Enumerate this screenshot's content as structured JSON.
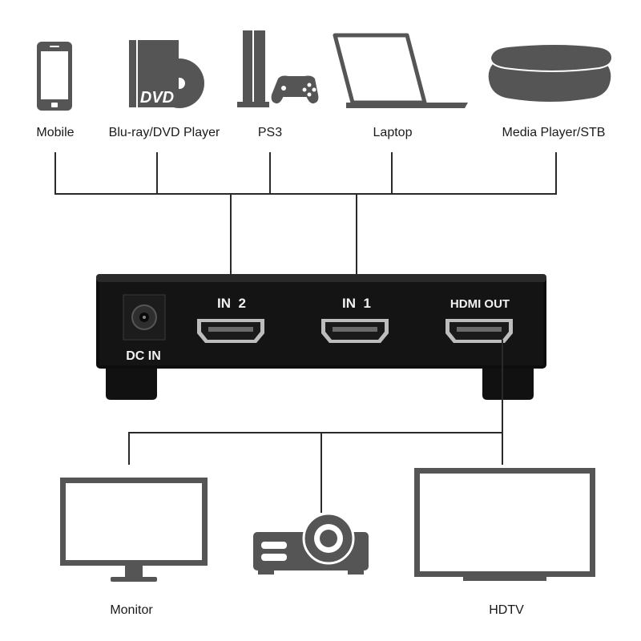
{
  "sources": {
    "mobile": "Mobile",
    "bluray": "Blu-ray/DVD Player",
    "ps3": "PS3",
    "laptop": "Laptop",
    "media_player": "Media Player/STB"
  },
  "device_logo": {
    "dvd": "DVD"
  },
  "switch": {
    "in2": "IN  2",
    "in1": "IN  1",
    "out": "HDMI OUT",
    "dc": "DC IN"
  },
  "outputs": {
    "monitor": "Monitor",
    "hdtv": "HDTV"
  },
  "icons": [
    "mobile-icon",
    "bluray-dvd-icon",
    "ps3-icon",
    "laptop-icon",
    "media-player-icon",
    "monitor-icon",
    "projector-icon",
    "hdtv-icon"
  ],
  "colors": {
    "icon": "#555555",
    "device_body": "#0d0d0d",
    "text": "#1a1a1a",
    "wire": "#2a2a2a"
  }
}
